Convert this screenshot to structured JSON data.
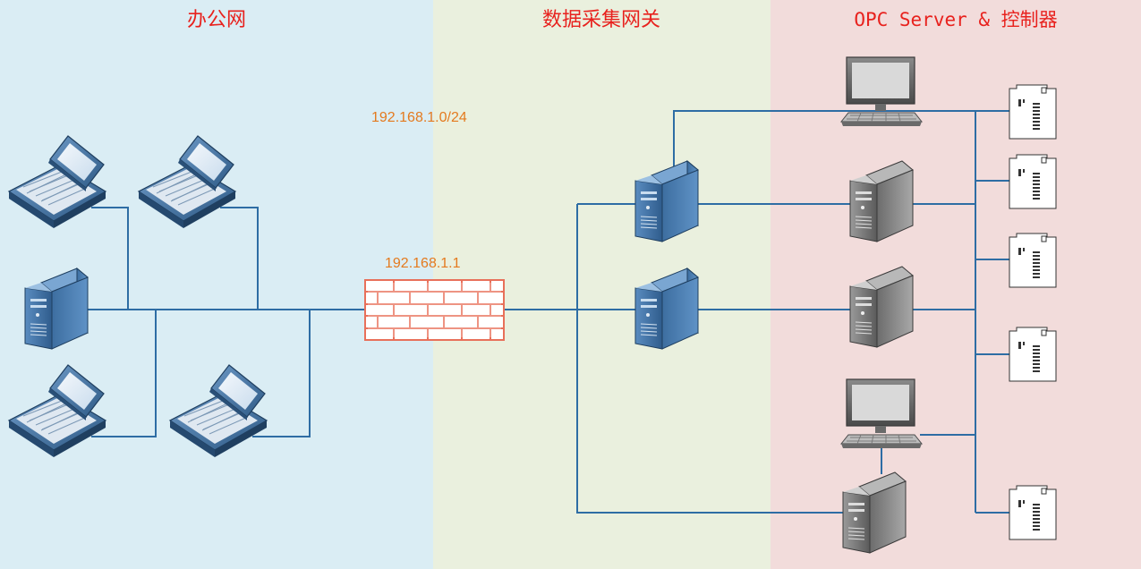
{
  "zones": {
    "office": {
      "title": "办公网",
      "color": "#daedf4"
    },
    "gateway": {
      "title": "数据采集网关",
      "color": "#eaf0de"
    },
    "opc": {
      "title": "OPC Server & 控制器",
      "color": "#f2dcdb"
    }
  },
  "labels": {
    "subnet": "192.168.1.0/24",
    "firewall_ip": "192.168.1.1"
  },
  "colors": {
    "link": "#2e6da4",
    "title_text": "#e8221e",
    "ip_text": "#e47a1e",
    "firewall_brick": "#e8705a",
    "laptop_body": "#3f6f9e",
    "server_blue": "#3e6ea3",
    "server_gray": "#6e6e6e"
  },
  "nodes": {
    "office_laptops": [
      "laptop-icon",
      "laptop-icon",
      "laptop-icon",
      "laptop-icon"
    ],
    "office_server": "server-icon",
    "firewall": "firewall-icon",
    "gateway_servers": [
      "server-icon",
      "server-icon"
    ],
    "opc_servers": [
      "server-icon",
      "server-icon",
      "server-icon"
    ],
    "opc_workstations": [
      "workstation-icon",
      "workstation-icon"
    ],
    "controllers": [
      "plc-icon",
      "plc-icon",
      "plc-icon",
      "plc-icon",
      "plc-icon"
    ]
  }
}
